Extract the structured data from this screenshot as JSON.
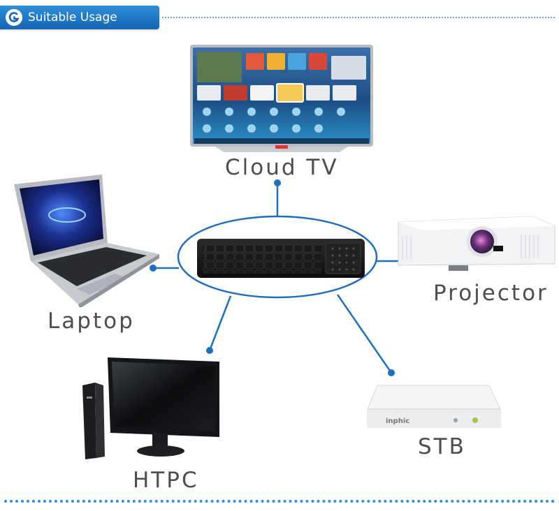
{
  "header": {
    "title": "Suitable Usage"
  },
  "devices": {
    "tv": {
      "label": "Cloud TV"
    },
    "laptop": {
      "label": "Laptop"
    },
    "projector": {
      "label": "Projector"
    },
    "htpc": {
      "label": "HTPC"
    },
    "stb": {
      "label": "STB",
      "brand": "inphic"
    }
  },
  "colors": {
    "accent": "#1f6fc0",
    "header": "#2f8fd8",
    "label": "#4d4d4d"
  }
}
